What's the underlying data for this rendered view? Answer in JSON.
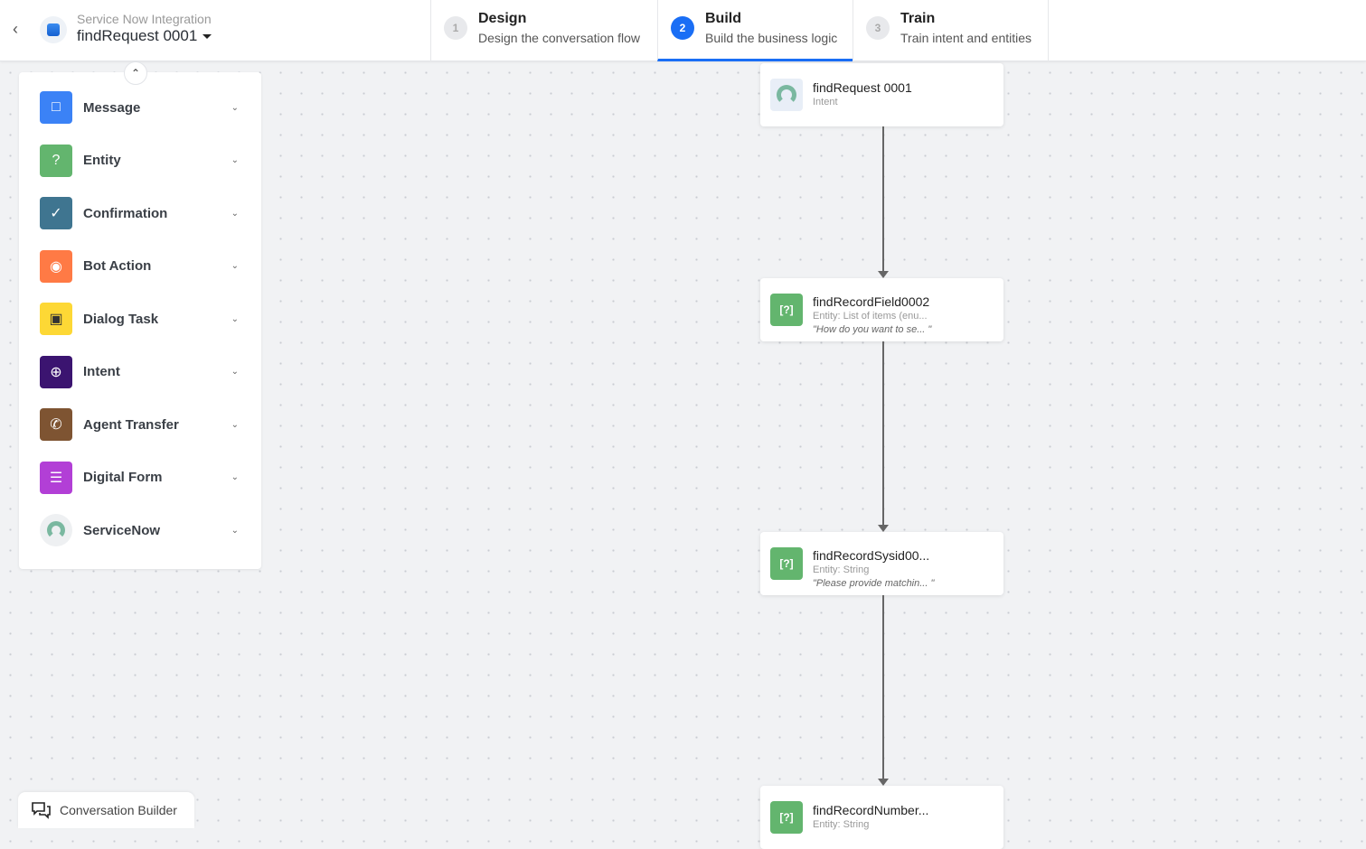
{
  "header": {
    "project": "Service Now Integration",
    "flow_name": "findRequest 0001"
  },
  "steps": [
    {
      "num": "1",
      "title": "Design",
      "subtitle": "Design the conversation flow",
      "active": false
    },
    {
      "num": "2",
      "title": "Build",
      "subtitle": "Build the business logic",
      "active": true
    },
    {
      "num": "3",
      "title": "Train",
      "subtitle": "Train intent and entities",
      "active": false
    }
  ],
  "palette": [
    {
      "label": "Message",
      "icon": "message-icon",
      "color": "#3b82f6"
    },
    {
      "label": "Entity",
      "icon": "entity-question-icon",
      "color": "#63b56e"
    },
    {
      "label": "Confirmation",
      "icon": "check-circle-icon",
      "color": "#3f7590"
    },
    {
      "label": "Bot Action",
      "icon": "robot-icon",
      "color": "#ff7a45"
    },
    {
      "label": "Dialog Task",
      "icon": "flow-icon",
      "color": "#fdd835"
    },
    {
      "label": "Intent",
      "icon": "target-icon",
      "color": "#3b1470"
    },
    {
      "label": "Agent Transfer",
      "icon": "phone-chat-icon",
      "color": "#7e5432"
    },
    {
      "label": "Digital Form",
      "icon": "form-icon",
      "color": "#b23fd6"
    },
    {
      "label": "ServiceNow",
      "icon": "servicenow-icon",
      "color": "#eef0f2"
    }
  ],
  "nodes": [
    {
      "name": "findRequest 0001",
      "type": "Intent",
      "prompt": ""
    },
    {
      "name": "findRecordField0002",
      "type": "Entity: List of items (enu...",
      "prompt": "\"How do you want to se... \""
    },
    {
      "name": "findRecordSysid00...",
      "type": "Entity: String",
      "prompt": "\"Please provide matchin... \""
    },
    {
      "name": "findRecordNumber...",
      "type": "Entity: String",
      "prompt": ""
    }
  ],
  "footer": {
    "label": "Conversation Builder"
  },
  "colors": {
    "accent": "#1a6ef5"
  }
}
